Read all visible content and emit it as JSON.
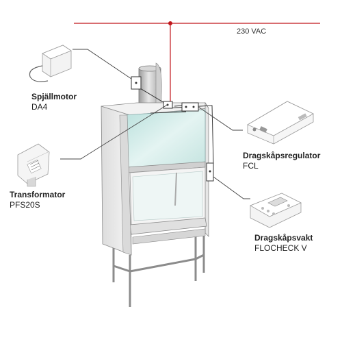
{
  "supply": {
    "label": "230 VAC",
    "color": "#c0161b"
  },
  "components": [
    {
      "id": "damper-motor",
      "name": "Spjällmotor",
      "model": "DA4"
    },
    {
      "id": "transformer",
      "name": "Transformator",
      "model": "PFS20S"
    },
    {
      "id": "regulator",
      "name": "Dragskåpsregulator",
      "model": "FCL"
    },
    {
      "id": "monitor",
      "name": "Dragskåpsvakt",
      "model": "FLOCHECK V"
    }
  ],
  "colors": {
    "wire": "#333333",
    "glass": "#cfe9e6",
    "cabinet": "#ececec",
    "frame": "#9a9a9a"
  }
}
